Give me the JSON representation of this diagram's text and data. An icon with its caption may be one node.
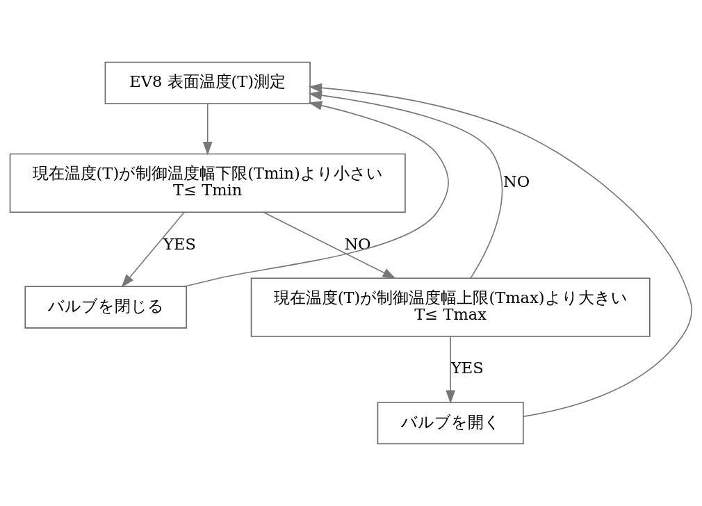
{
  "diagram": {
    "nodes": [
      {
        "text": [
          "EV8 表面温度(T)測定"
        ]
      },
      {
        "text": [
          "現在温度(T)が制御温度幅下限(Tmin)より小さい",
          "T≤ Tmin"
        ]
      },
      {
        "text": [
          "バルブを閉じる"
        ]
      },
      {
        "text": [
          "現在温度(T)が制御温度幅上限(Tmax)より大きい",
          "T≤ Tmax"
        ]
      },
      {
        "text": [
          "バルブを開く"
        ]
      }
    ],
    "edges": [
      {
        "from": 0,
        "to": 1,
        "arrow": "to"
      },
      {
        "from": 1,
        "to": 2,
        "arrow": "to",
        "label": "YES"
      },
      {
        "from": 1,
        "to": 3,
        "arrow": "to",
        "label": "NO"
      },
      {
        "from": 2,
        "to": 0,
        "arrow": "to"
      },
      {
        "from": 3,
        "to": 0,
        "arrow": "to",
        "label": "NO"
      },
      {
        "from": 3,
        "to": 4,
        "arrow": "to",
        "label": "YES"
      },
      {
        "from": 4,
        "to": 0,
        "arrow": "to"
      }
    ]
  }
}
